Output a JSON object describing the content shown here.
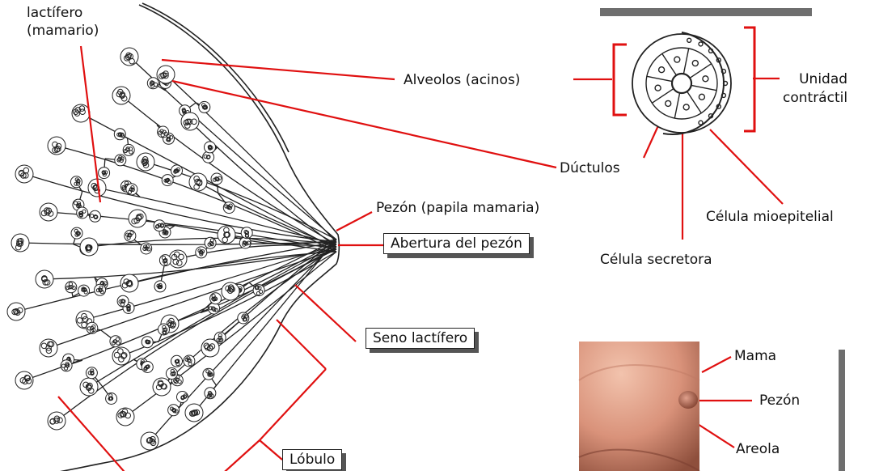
{
  "labels": {
    "ducto_lactifero": [
      "lactífero",
      "(mamario)"
    ],
    "alveolos": "Alveolos (acinos)",
    "unidad_contractil": [
      "Unidad",
      "contráctil"
    ],
    "ductulos": "Dúctulos",
    "pezon_papila": "Pezón (papila mamaria)",
    "abertura_pezon": "Abertura del pezón",
    "celula_mioepitelial": "Célula mioepitelial",
    "celula_secretora": "Célula secretora",
    "seno_lactifero": "Seno lactífero",
    "lobulo": "Lóbulo",
    "mama": "Mama",
    "pezon": "Pezón",
    "areola": "Areola"
  },
  "colors": {
    "leader_line": "#e01010",
    "ink": "#222222",
    "label_text": "#111111",
    "box_shadow": "#555555",
    "skin": "#d9927a"
  }
}
